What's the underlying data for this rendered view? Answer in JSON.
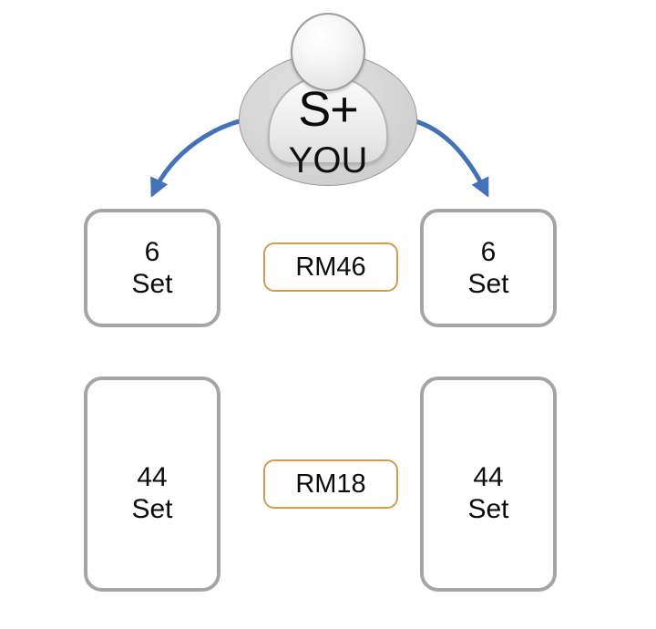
{
  "diagram": {
    "type": "distribution-diagram",
    "background_color": "#ffffff",
    "arrow_color": "#4472b8",
    "box_border_color": "#a5a5a5",
    "tag_border_color": "#d29b51"
  },
  "avatar": {
    "initials": "S+",
    "label": "YOU",
    "disc_color": "#d4d4d4",
    "icon": "person-avatar-icon"
  },
  "boxes": [
    {
      "id": "top-left",
      "quantity": "6",
      "unit": "Set"
    },
    {
      "id": "top-right",
      "quantity": "6",
      "unit": "Set"
    },
    {
      "id": "bottom-left",
      "quantity": "44",
      "unit": "Set"
    },
    {
      "id": "bottom-right",
      "quantity": "44",
      "unit": "Set"
    }
  ],
  "price_tags": [
    {
      "id": "top",
      "label": "RM46"
    },
    {
      "id": "bottom",
      "label": "RM18"
    }
  ],
  "arrows": [
    {
      "id": "arrow-left",
      "from": "avatar",
      "to": "top-left-box"
    },
    {
      "id": "arrow-right",
      "from": "avatar",
      "to": "top-right-box"
    }
  ]
}
